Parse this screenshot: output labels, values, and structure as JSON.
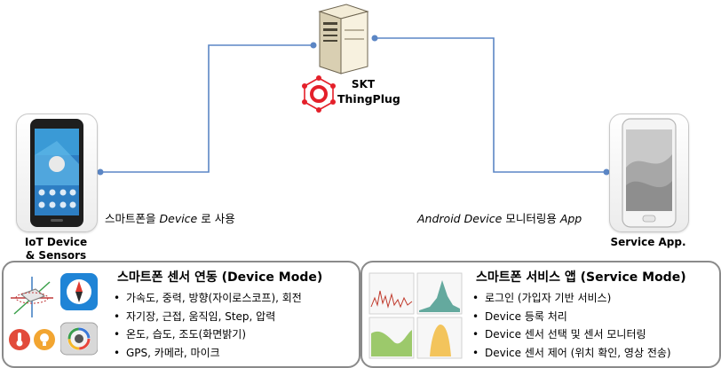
{
  "server": {
    "brand_line1": "SKT",
    "brand_line2": "ThingPlug",
    "brand_color": "#e4202a"
  },
  "left_device": {
    "label_line1": "IoT Device",
    "label_line2": "& Sensors",
    "caption_italic": "Device",
    "caption_prefix": "스마트폰을",
    "caption_suffix": "로 사용"
  },
  "right_device": {
    "label": "Service App.",
    "caption_italic_1": "Android Device",
    "caption_korean": "모니터링용",
    "caption_italic_2": "App"
  },
  "device_panel": {
    "title": "스마트폰 센서 연동 (Device Mode)",
    "items": [
      "가속도, 중력, 방향(자이로스코프), 회전",
      "자기장, 근접, 움직임, Step, 압력",
      "온도, 습도, 조도(화면밝기)",
      "GPS, 카메라, 마이크"
    ]
  },
  "service_panel": {
    "title": "스마트폰 서비스 앱 (Service Mode)",
    "items": [
      "로그인 (가입자 기반 서비스)",
      "Device 등록 처리",
      "Device 센서 선택 및 센서 모니터링",
      "Device 센서 제어 (위치 확인, 영상 전송)"
    ]
  },
  "colors": {
    "connector": "#5b86c5",
    "panel_border": "#8a8a8a"
  }
}
